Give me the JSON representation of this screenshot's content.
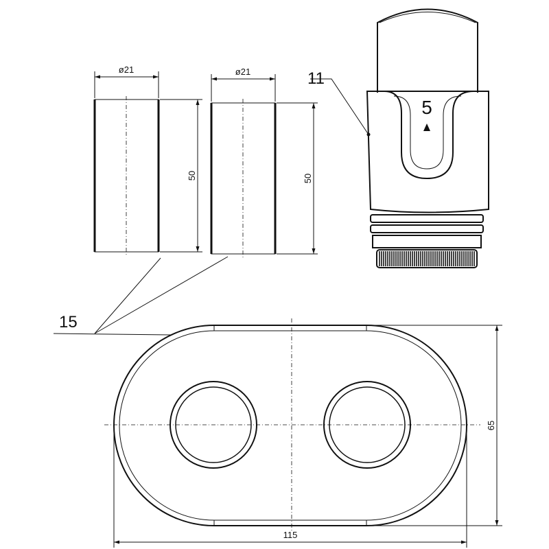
{
  "drawing": {
    "sleeve_left": {
      "diameter_label": "ø21",
      "length_label": "50"
    },
    "sleeve_right": {
      "diameter_label": "ø21",
      "length_label": "50"
    },
    "rosette": {
      "width_label": "115",
      "height_label": "65"
    },
    "callouts": {
      "rosette_part": "15",
      "valve_head_part": "11",
      "knob_number": "5"
    }
  }
}
